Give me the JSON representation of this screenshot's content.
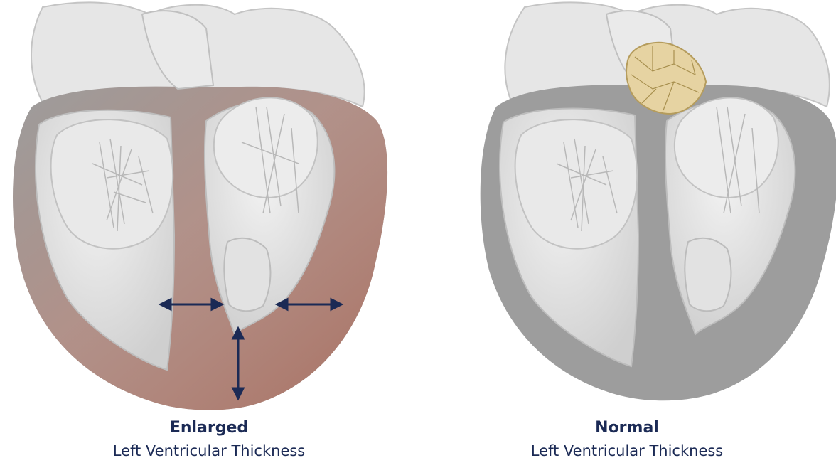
{
  "panels": [
    {
      "title": "Enlarged",
      "subtitle": "Left Ventricular Thickness",
      "wall_highlight_color": "#b9806f"
    },
    {
      "title": "Normal",
      "subtitle": "Left Ventricular Thickness",
      "valve_color": "#e6d3a2"
    }
  ],
  "colors": {
    "heart_wall": "#9b9b9b",
    "heart_tissue": "#dcdcdc",
    "arrow": "#1b2a55",
    "text": "#1b2a55"
  }
}
